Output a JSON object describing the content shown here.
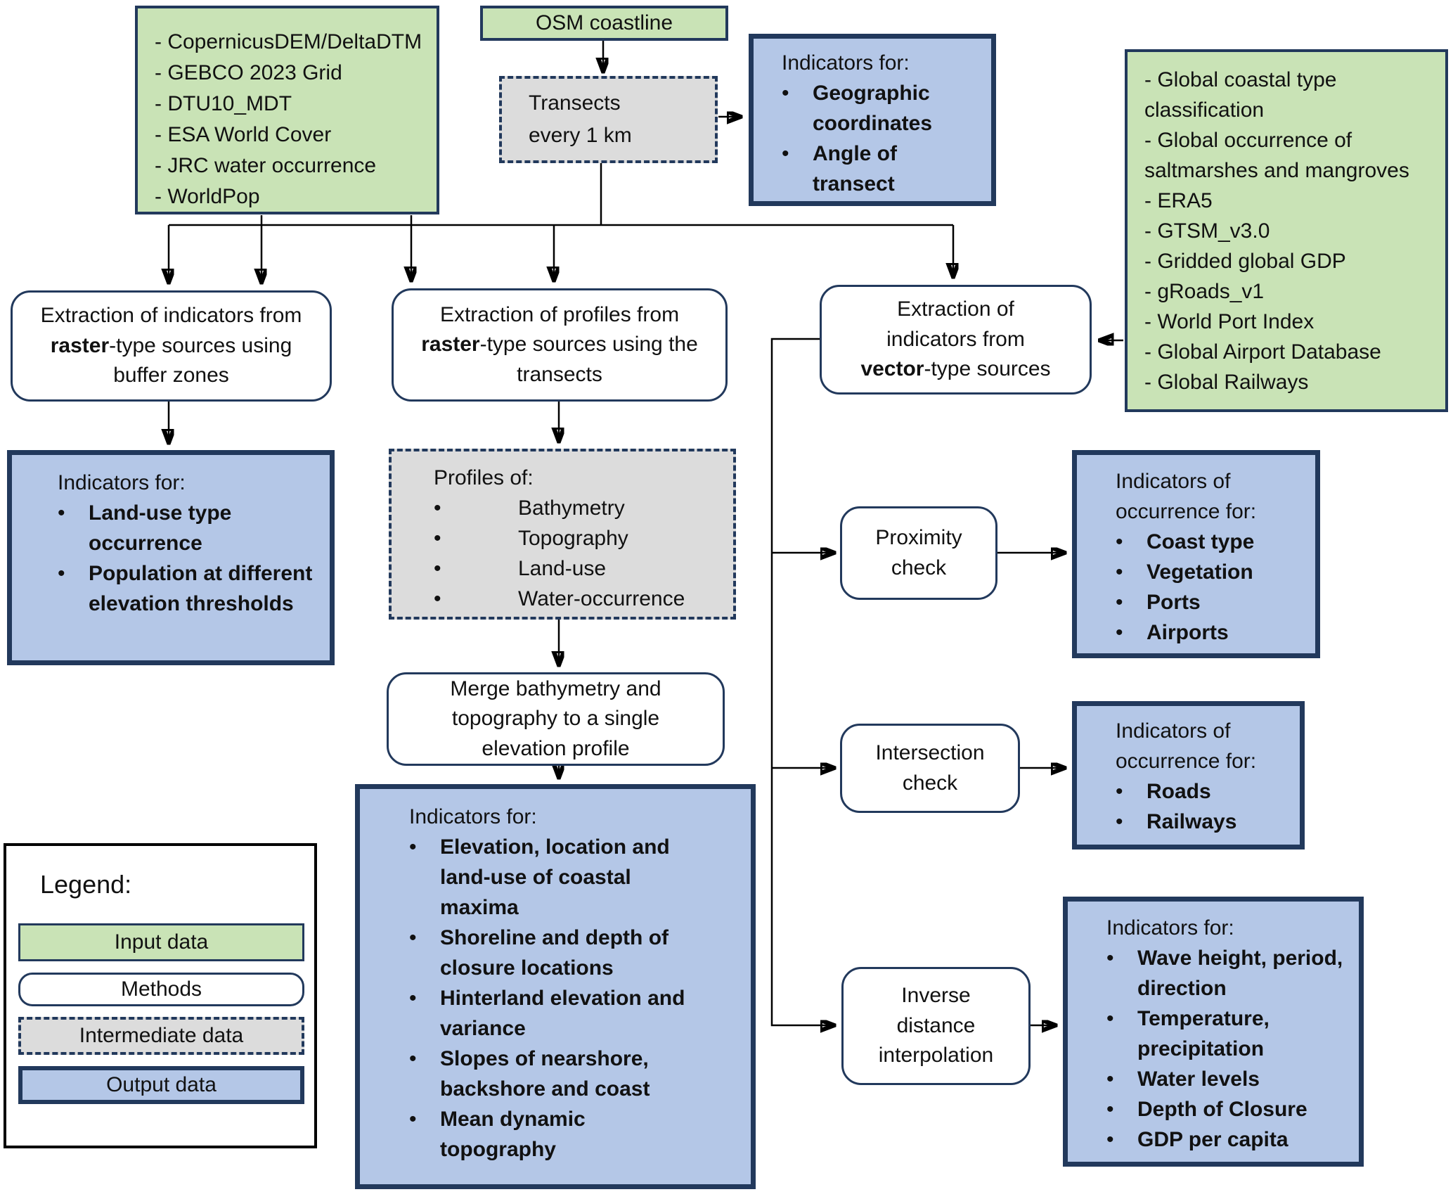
{
  "ui": {
    "bullet": "•"
  },
  "colors": {
    "input_green": "#c9e3b6",
    "output_blue": "#b4c7e7",
    "intermediate_gray": "#dcdcdc",
    "border_navy": "#22395c",
    "line_black": "#000000"
  },
  "nodes": {
    "input_raster": {
      "lines": [
        "- CopernicusDEM/DeltaDTM",
        "- GEBCO 2023 Grid",
        "- DTU10_MDT",
        "- ESA World Cover",
        "- JRC water occurrence",
        "- WorldPop"
      ]
    },
    "osm": {
      "label": "OSM coastline"
    },
    "transects": {
      "lines": [
        "Transects",
        "every 1 km"
      ]
    },
    "geo_output": {
      "header": "Indicators for:",
      "items": [
        "Geographic coordinates",
        "Angle of transect"
      ]
    },
    "input_vector": {
      "lines": [
        "- Global coastal type classification",
        "- Global occurrence of saltmarshes and mangroves",
        "- ERA5",
        "- GTSM_v3.0",
        "- Gridded global GDP",
        "- gRoads_v1",
        "- World Port Index",
        "- Global Airport Database",
        "- Global Railways"
      ]
    },
    "method_raster_indicators": {
      "pre": "Extraction of indicators from ",
      "bold": "raster",
      "post": "-type sources using buffer zones"
    },
    "method_raster_profiles": {
      "pre": "Extraction of profiles from ",
      "bold": "raster",
      "post": "-type sources using the transects"
    },
    "method_vector": {
      "pre": "Extraction of indicators from ",
      "bold": "vector",
      "post": "-type sources"
    },
    "left_output": {
      "header": "Indicators for:",
      "items": [
        "Land-use type occurrence",
        "Population at different elevation thresholds"
      ]
    },
    "profiles": {
      "header": "Profiles of:",
      "items": [
        "Bathymetry",
        "Topography",
        "Land-use",
        "Water-occurrence"
      ]
    },
    "merge": {
      "label": "Merge bathymetry and topography to a single elevation profile"
    },
    "big_output": {
      "header": "Indicators for:",
      "items": [
        "Elevation, location and land-use of coastal maxima",
        "Shoreline and depth of closure locations",
        "Hinterland elevation and variance",
        "Slopes of nearshore, backshore and coast",
        "Mean dynamic topography"
      ]
    },
    "proximity": {
      "label": "Proximity check"
    },
    "coast_output": {
      "header": "Indicators of occurrence for:",
      "items": [
        "Coast type",
        "Vegetation",
        "Ports",
        "Airports"
      ]
    },
    "intersection": {
      "label": "Intersection check"
    },
    "roads_output": {
      "header": "Indicators of occurrence for:",
      "items": [
        "Roads",
        "Railways"
      ]
    },
    "inverse": {
      "label": "Inverse distance interpolation"
    },
    "bottom_output": {
      "header": "Indicators for:",
      "items": [
        "Wave height, period, direction",
        "Temperature, precipitation",
        "Water levels",
        "Depth of Closure",
        "GDP per capita"
      ]
    }
  },
  "legend": {
    "title": "Legend:",
    "input": "Input data",
    "methods": "Methods",
    "intermediate": "Intermediate data",
    "output": "Output data"
  }
}
